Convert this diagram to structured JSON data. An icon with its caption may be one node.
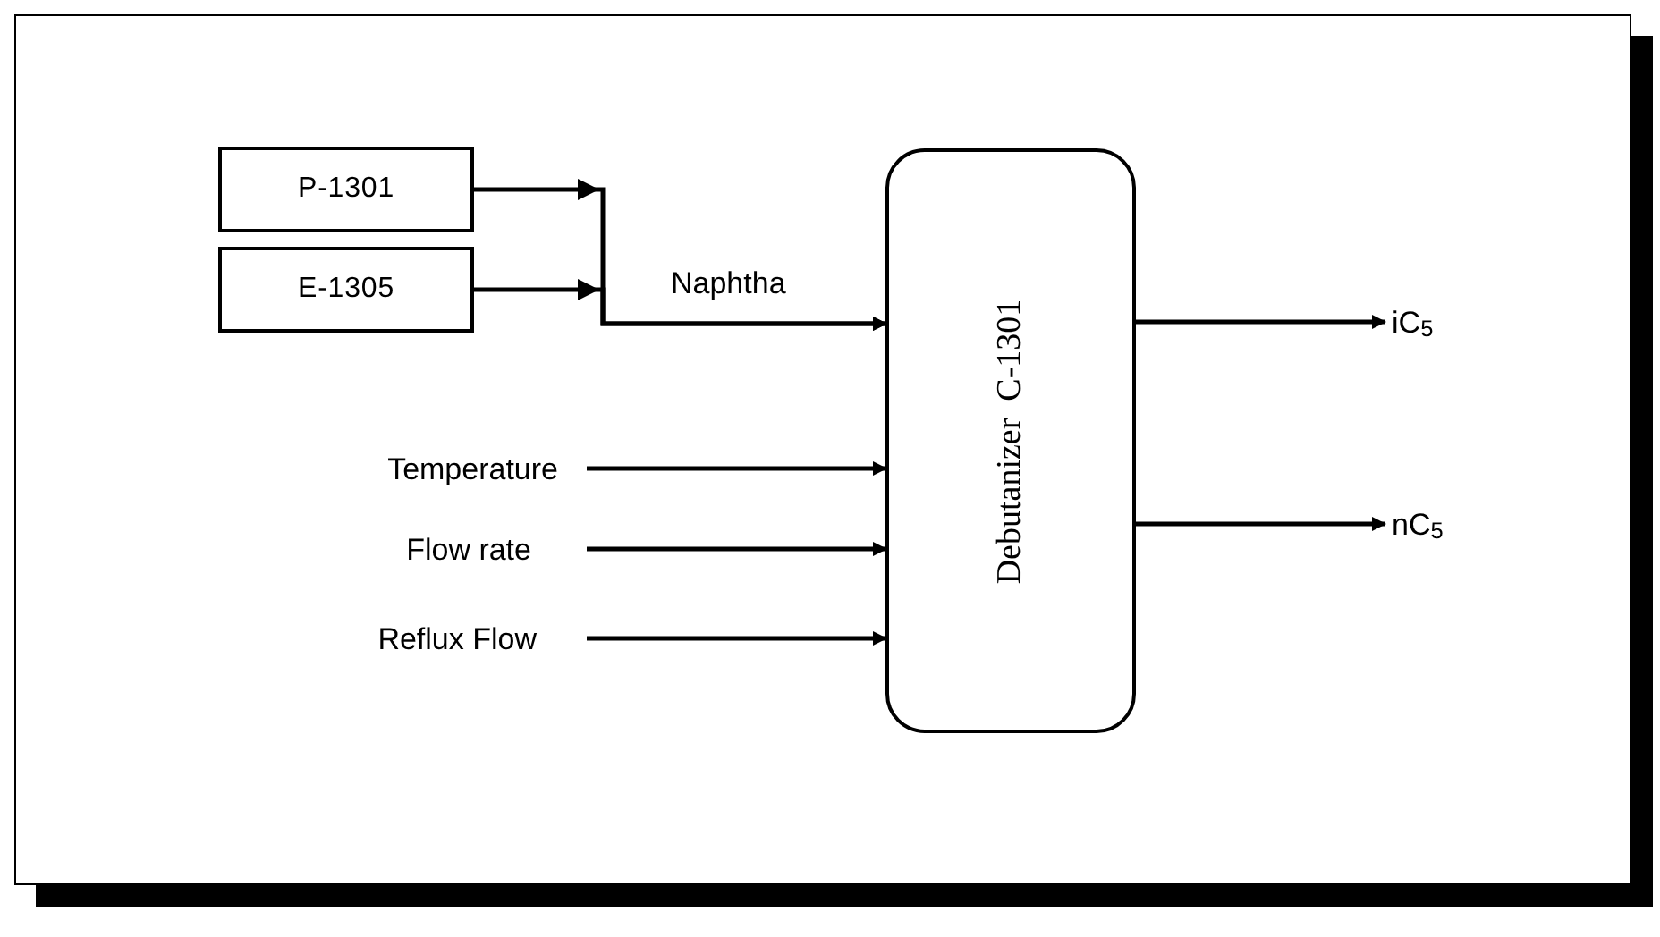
{
  "diagram": {
    "nodes": [
      {
        "text": [
          "P-1301"
        ]
      },
      {
        "text": [
          "E-1305"
        ]
      },
      {
        "text": [
          "Debutanizer  C-1301"
        ]
      },
      {
        "text": [
          "Temperature"
        ]
      },
      {
        "text": [
          "Flow rate"
        ]
      },
      {
        "text": [
          "Reflux Flow"
        ]
      },
      {
        "text": [
          "iC$_{5}$"
        ]
      },
      {
        "text": [
          "nC$_{5}$"
        ]
      }
    ],
    "edges": [
      {
        "from": 0,
        "to": 2,
        "arrow": "to",
        "label": "Naphtha"
      },
      {
        "from": 1,
        "to": 2,
        "arrow": "to"
      },
      {
        "from": 3,
        "to": 2,
        "arrow": "to"
      },
      {
        "from": 4,
        "to": 2,
        "arrow": "to"
      },
      {
        "from": 5,
        "to": 2,
        "arrow": "to"
      },
      {
        "from": 2,
        "to": 6,
        "arrow": "to"
      },
      {
        "from": 2,
        "to": 7,
        "arrow": "to"
      }
    ]
  }
}
